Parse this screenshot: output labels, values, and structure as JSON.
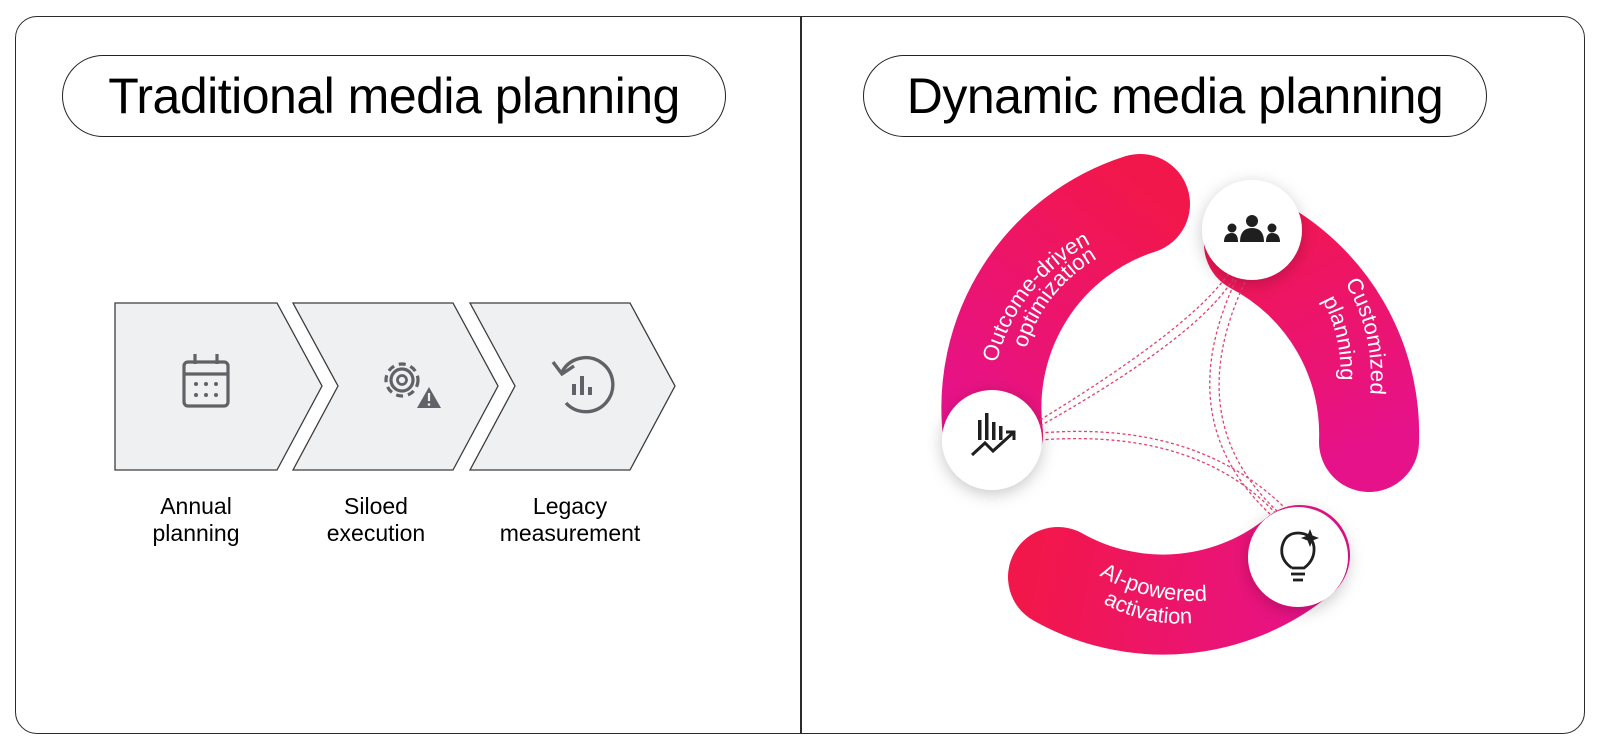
{
  "left_panel": {
    "title": "Traditional media planning",
    "steps": [
      {
        "label": "Annual\nplanning",
        "icon": "calendar-icon"
      },
      {
        "label": "Siloed\nexecution",
        "icon": "gear-warning-icon"
      },
      {
        "label": "Legacy\nmeasurement",
        "icon": "history-chart-icon"
      }
    ]
  },
  "right_panel": {
    "title": "Dynamic media planning",
    "arcs": [
      {
        "label_line1": "Outcome-driven",
        "label_line2": "optimization",
        "icon": "chart-trend-icon"
      },
      {
        "label_line1": "Customized",
        "label_line2": "planning",
        "icon": "team-icon"
      },
      {
        "label_line1": "AI-powered",
        "label_line2": "activation",
        "icon": "lightbulb-sparkle-icon"
      }
    ]
  },
  "colors": {
    "accent_red": "#f0194a",
    "accent_pink": "#e8138a",
    "chevron_fill": "#eff0f1",
    "icon_gray": "#5f6368"
  }
}
